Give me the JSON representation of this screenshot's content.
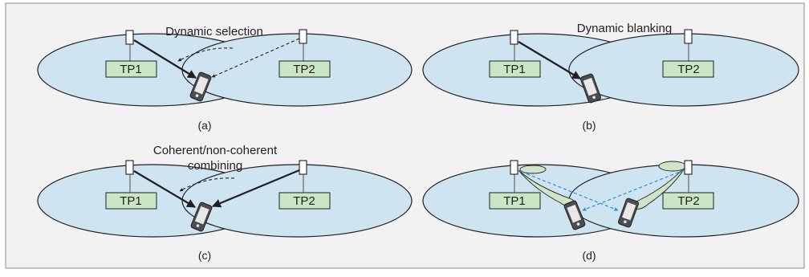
{
  "figure": {
    "panels": [
      {
        "caption": "(a)",
        "tp_left": "TP1",
        "tp_right": "TP2",
        "label_lines": [
          "Dynamic selection"
        ]
      },
      {
        "caption": "(b)",
        "tp_left": "TP1",
        "tp_right": "TP2",
        "label_lines": [
          "Dynamic blanking"
        ]
      },
      {
        "caption": "(c)",
        "tp_left": "TP1",
        "tp_right": "TP2",
        "label_lines": [
          "Coherent/non-coherent",
          "combining"
        ]
      },
      {
        "caption": "(d)",
        "tp_left": "TP1",
        "tp_right": "TP2",
        "label_lines": []
      }
    ],
    "colors": {
      "background": "#f2f2f3",
      "frame": "#8a8a8a",
      "cell_fill": "#cfe4f1",
      "cell_stroke": "#231f20",
      "tp_fill": "#c9e6c5",
      "beam_fill": "#cfe4c9",
      "signal": "#231f20",
      "interference": "#2b8cd6"
    },
    "icons": [
      "antenna-icon",
      "mobile-phone-icon"
    ]
  }
}
